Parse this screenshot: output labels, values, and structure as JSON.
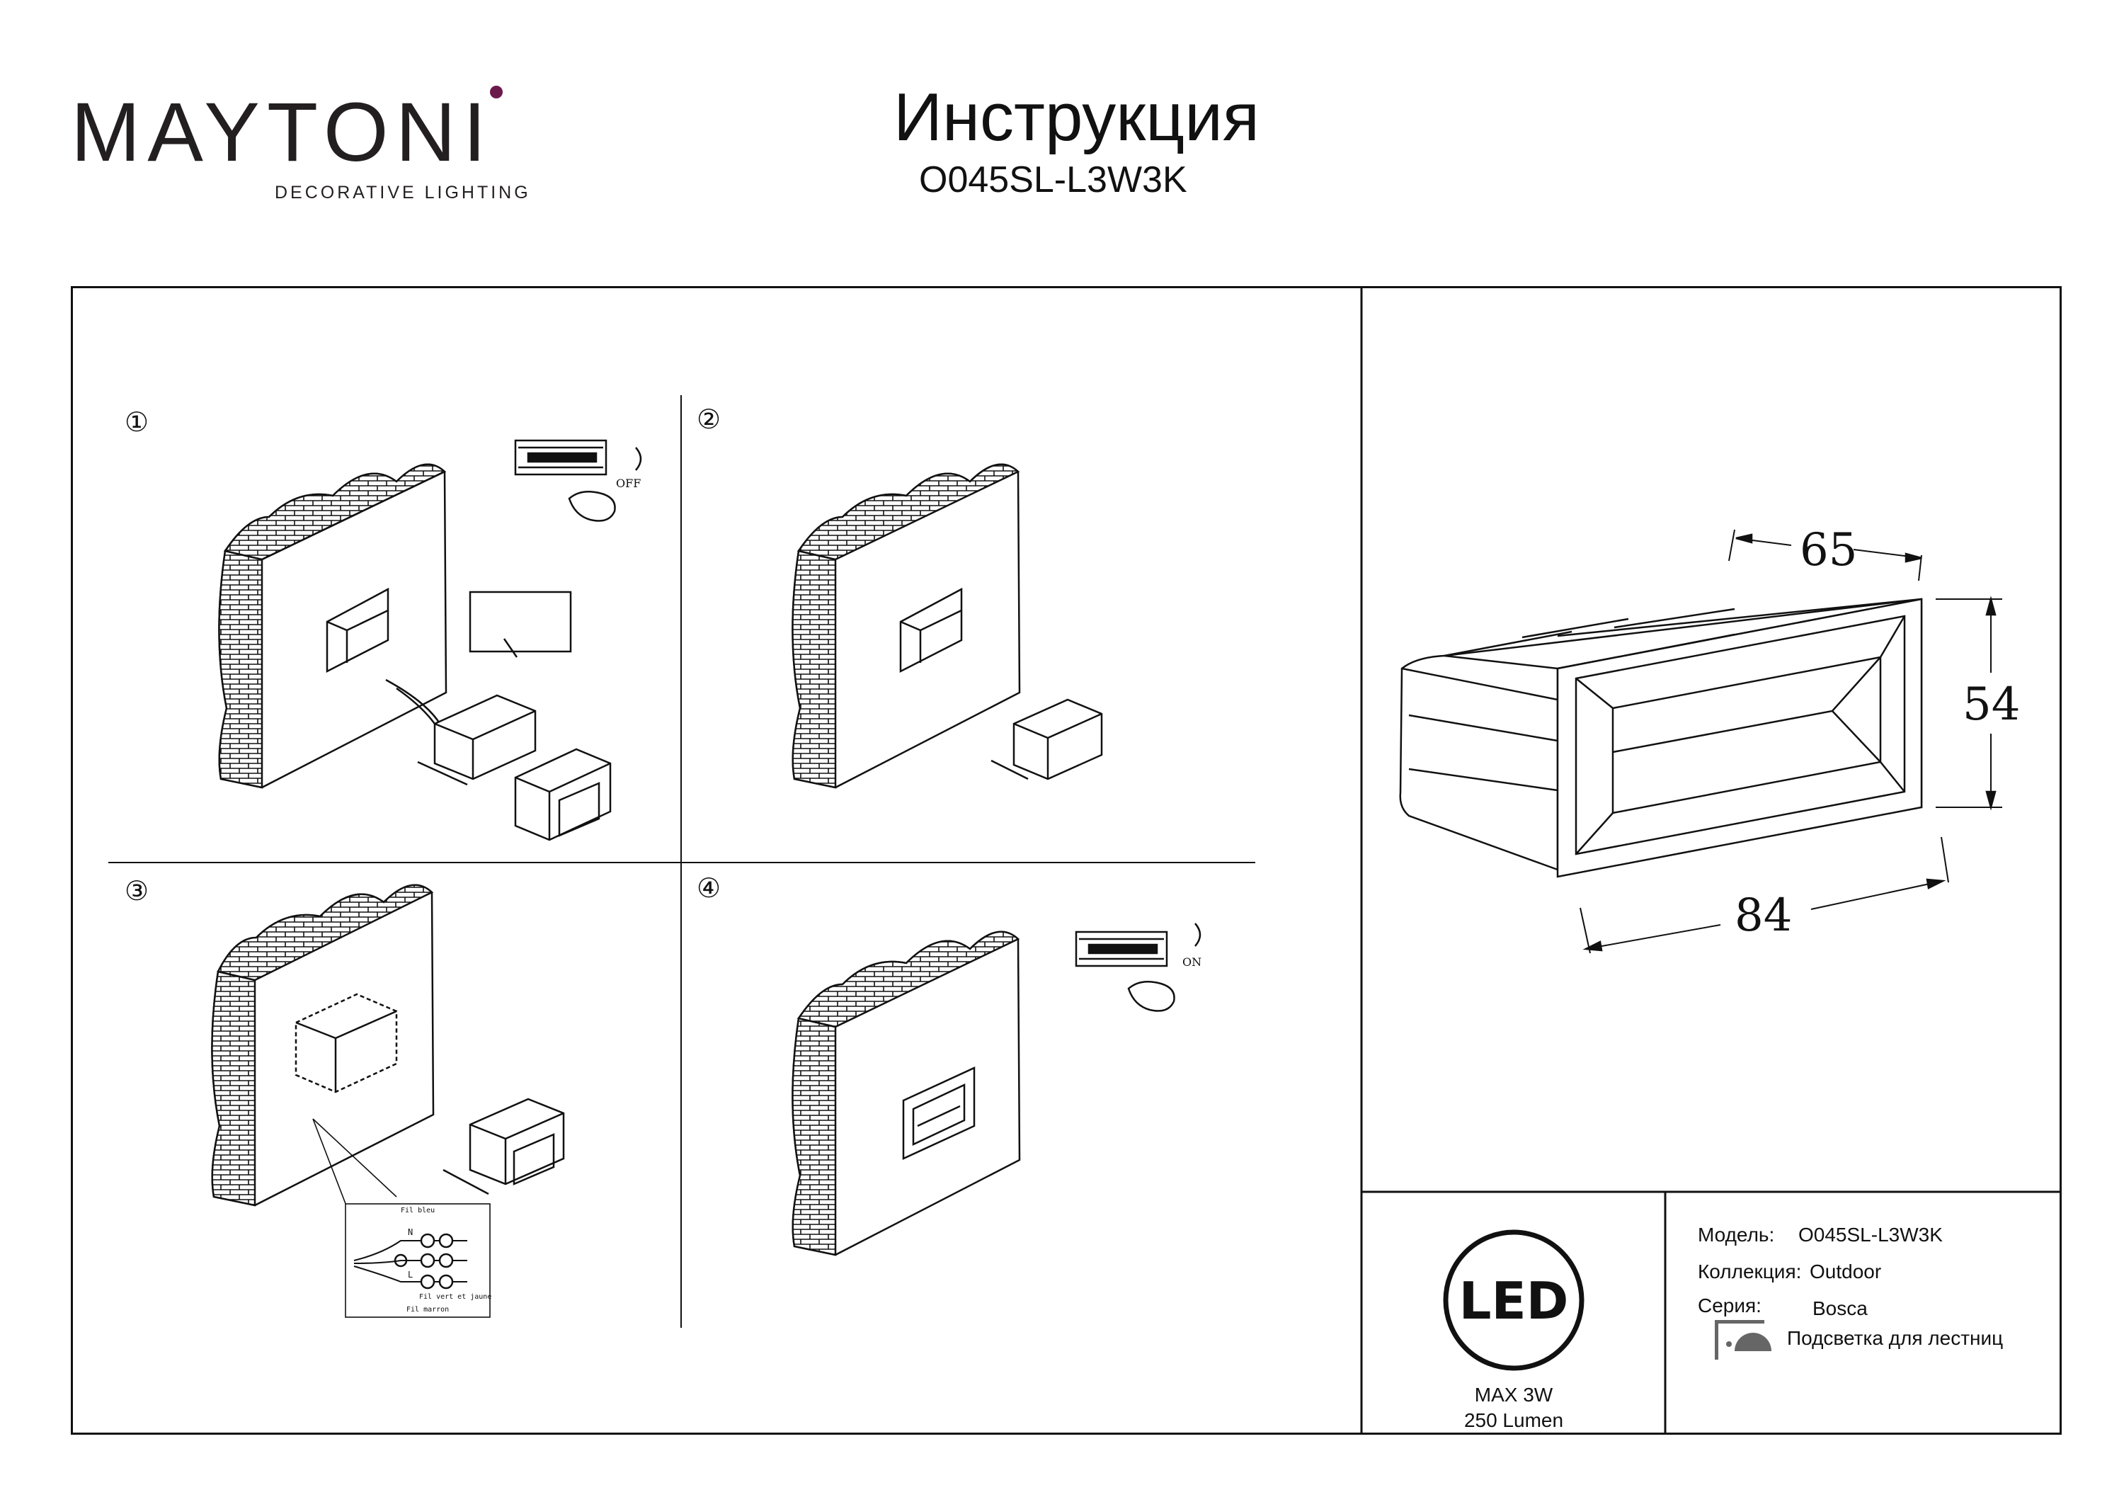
{
  "brand": {
    "name": "MAYTONI",
    "tagline": "DECORATIVE LIGHTING",
    "accent_color": "#6b1b4b"
  },
  "header": {
    "title": "Инструкция",
    "model_code": "O045SL-L3W3K"
  },
  "steps": [
    {
      "number": "①",
      "switch_state": "OFF"
    },
    {
      "number": "②"
    },
    {
      "number": "③",
      "wires": [
        "Fil bleu",
        "Fil vert et jaune",
        "Fil marron"
      ],
      "terminals": [
        "N",
        "L"
      ]
    },
    {
      "number": "④",
      "switch_state": "ON"
    }
  ],
  "dimensions": {
    "depth": "65",
    "height": "54",
    "width": "84"
  },
  "led_badge": {
    "label": "LED",
    "power": "MAX 3W",
    "lumen": "250 Lumen"
  },
  "specs": {
    "model_label": "Модель:",
    "model_value": "O045SL-L3W3K",
    "collection_label": "Коллекция:",
    "collection_value": "Outdoor",
    "series_label": "Серия:",
    "series_value": "Bosca",
    "type_value": "Подсветка для лестниц"
  },
  "icons": [
    "switch-panel-icon",
    "hand-icon",
    "stair-light-icon"
  ]
}
